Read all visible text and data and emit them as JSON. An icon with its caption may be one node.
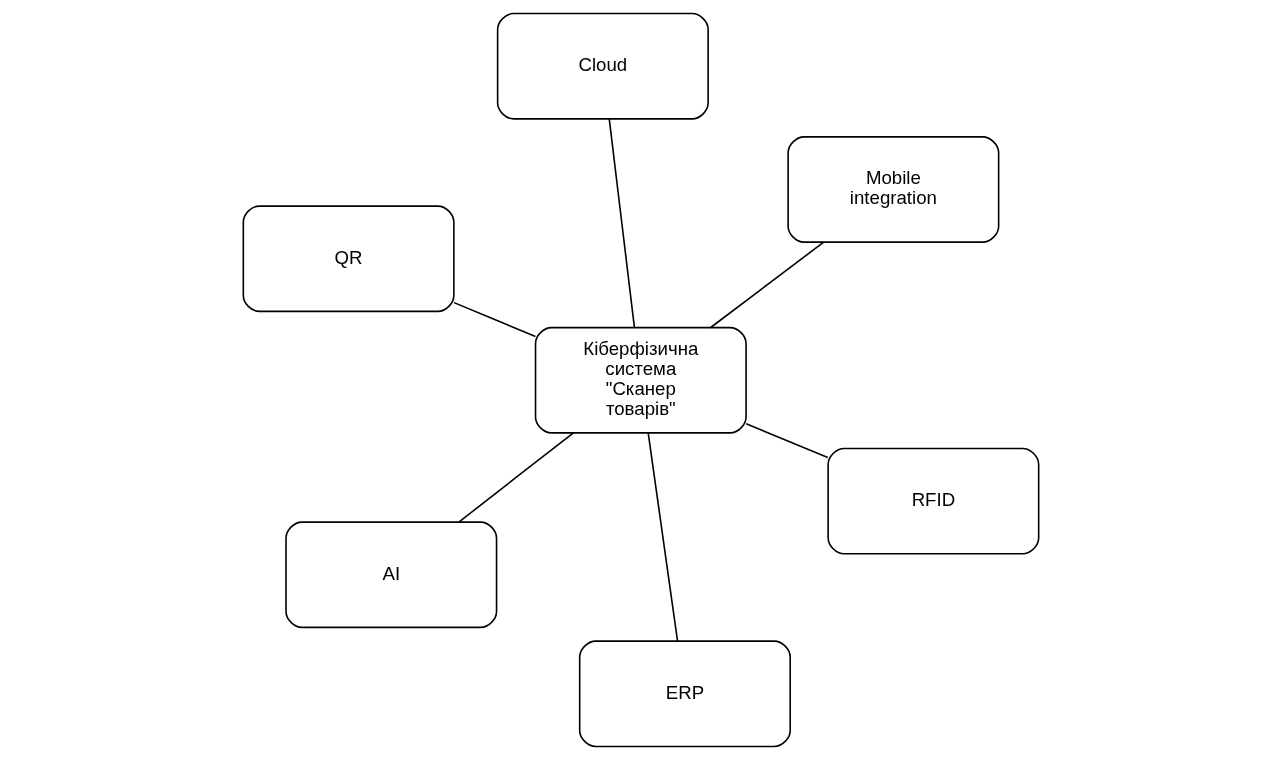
{
  "diagram": {
    "nodes": [
      {
        "text": [
          "QR"
        ]
      },
      {
        "text": [
          "RFID"
        ]
      },
      {
        "text": [
          "ERP"
        ]
      },
      {
        "text": [
          "Кіберфізична система \"Сканер товарів\""
        ]
      },
      {
        "text": [
          "Mobile integration"
        ]
      },
      {
        "text": [
          "Cloud"
        ]
      },
      {
        "text": [
          "AI"
        ]
      }
    ],
    "edges": [
      {
        "from": 0,
        "to": 3,
        "arrow": "none"
      },
      {
        "from": 1,
        "to": 3,
        "arrow": "none"
      },
      {
        "from": 2,
        "to": 3,
        "arrow": "none"
      },
      {
        "from": 4,
        "to": 3,
        "arrow": "none"
      },
      {
        "from": 5,
        "to": 3,
        "arrow": "none"
      },
      {
        "from": 6,
        "to": 3,
        "arrow": "none"
      }
    ]
  }
}
